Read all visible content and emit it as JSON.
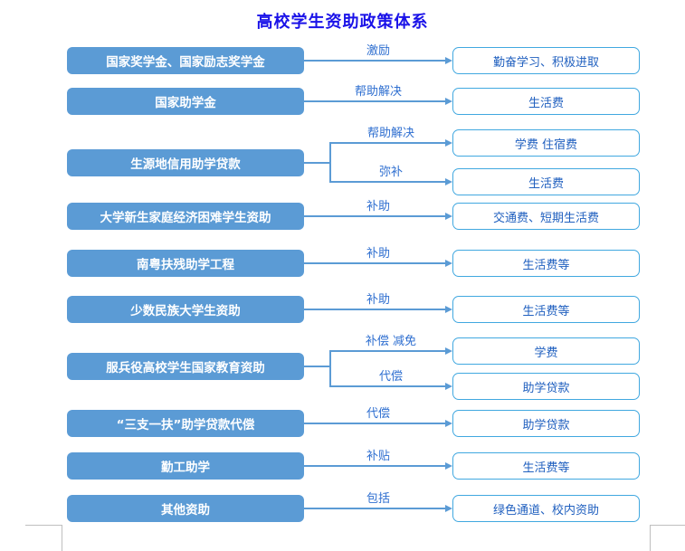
{
  "diagram": {
    "title": "高校学生资助政策体系",
    "colors": {
      "title": "#1a12e8",
      "source_box_fill": "#5b9bd5",
      "source_box_text": "#ffffff",
      "target_box_border": "#41a8e0",
      "target_box_text": "#1f5fbf",
      "connector": "#5b9bd5",
      "edge_label": "#2f6fd0"
    },
    "rows": [
      {
        "source": "国家奖学金、国家励志奖学金",
        "branches": [
          {
            "label": "激励",
            "target": "勤奋学习、积极进取"
          }
        ]
      },
      {
        "source": "国家助学金",
        "branches": [
          {
            "label": "帮助解决",
            "target": "生活费"
          }
        ]
      },
      {
        "source": "生源地信用助学贷款",
        "branches": [
          {
            "label": "帮助解决",
            "target": "学费 住宿费"
          },
          {
            "label": "弥补",
            "target": "生活费"
          }
        ]
      },
      {
        "source": "大学新生家庭经济困难学生资助",
        "branches": [
          {
            "label": "补助",
            "target": "交通费、短期生活费"
          }
        ]
      },
      {
        "source": "南粤扶残助学工程",
        "branches": [
          {
            "label": "补助",
            "target": "生活费等"
          }
        ]
      },
      {
        "source": "少数民族大学生资助",
        "branches": [
          {
            "label": "补助",
            "target": "生活费等"
          }
        ]
      },
      {
        "source": "服兵役高校学生国家教育资助",
        "branches": [
          {
            "label": "补偿 减免",
            "target": "学费"
          },
          {
            "label": "代偿",
            "target": "助学贷款"
          }
        ]
      },
      {
        "source": "“三支一扶”助学贷款代偿",
        "branches": [
          {
            "label": "代偿",
            "target": "助学贷款"
          }
        ]
      },
      {
        "source": "勤工助学",
        "branches": [
          {
            "label": "补贴",
            "target": "生活费等"
          }
        ]
      },
      {
        "source": "其他资助",
        "branches": [
          {
            "label": "包括",
            "target": "绿色通道、校内资助"
          }
        ]
      }
    ]
  }
}
